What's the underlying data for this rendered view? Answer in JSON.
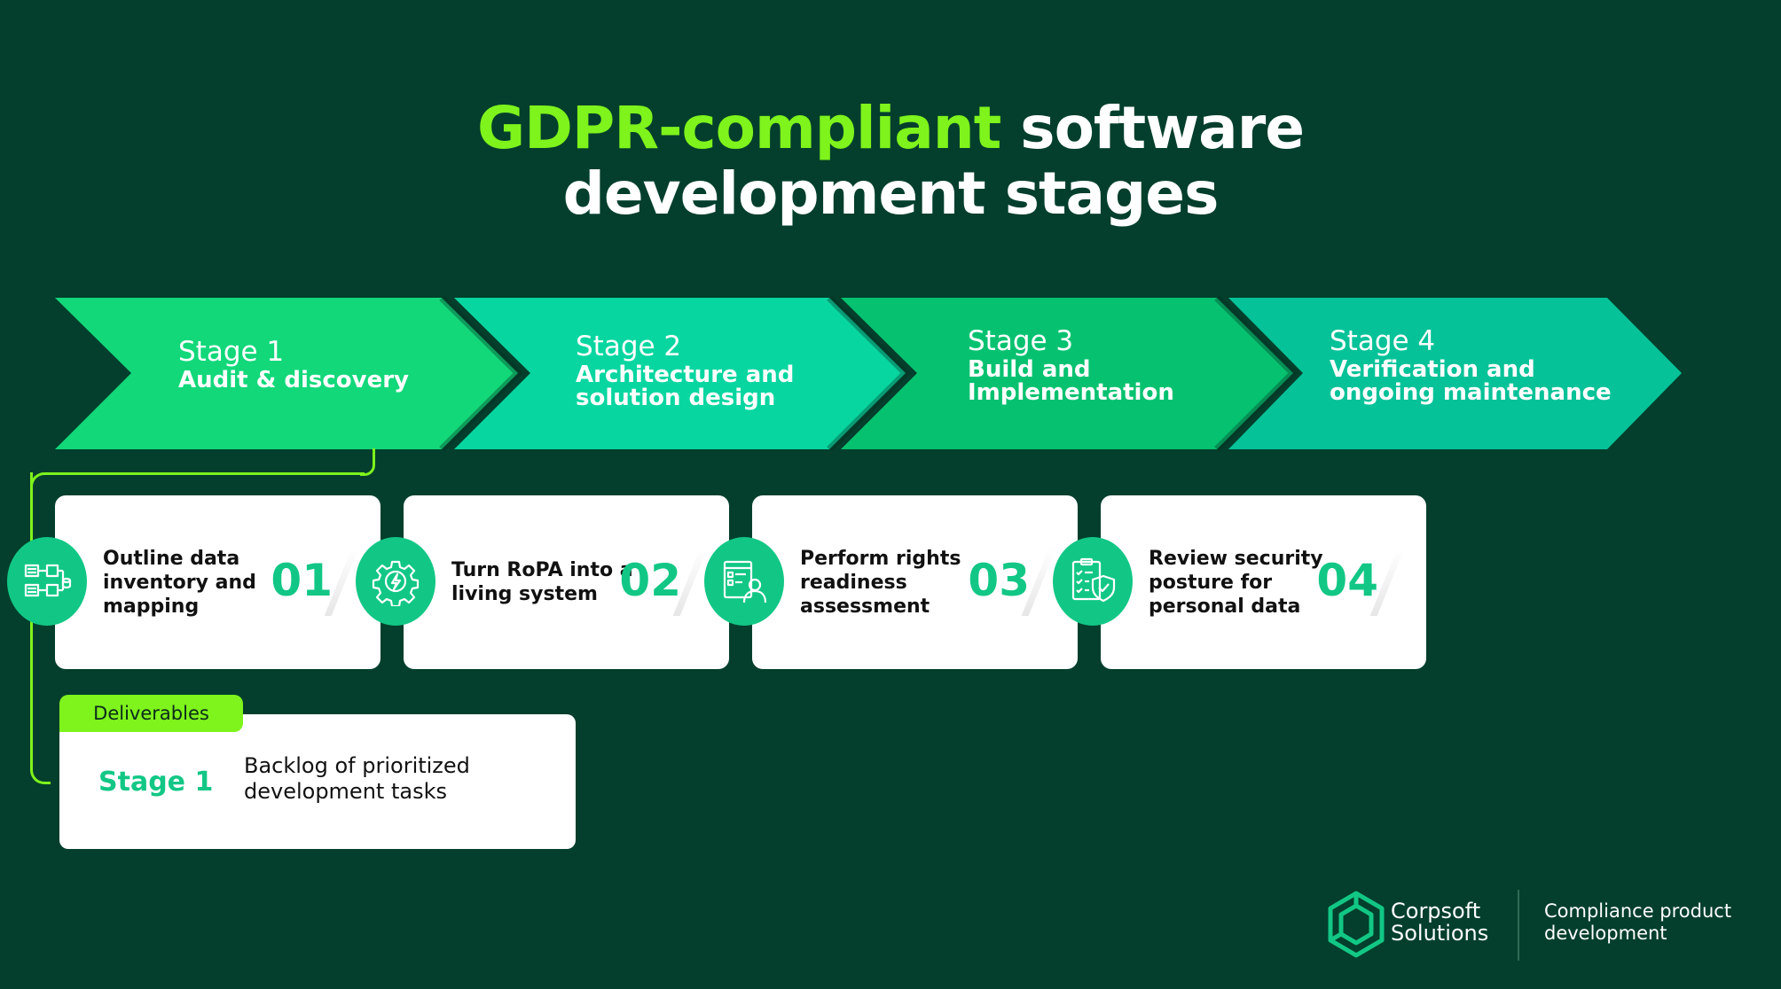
{
  "title": {
    "highlight": "GDPR-compliant",
    "rest_line1": " software",
    "line2": "development stages"
  },
  "colors": {
    "background": "#033f2c",
    "accent_lime": "#7ef31c",
    "accent_green": "#12c785",
    "chevron1": "#12d87a",
    "chevron2": "#08d6a0",
    "chevron3": "#06c270",
    "chevron4": "#06c298"
  },
  "stages": [
    {
      "number": "Stage 1",
      "name_lines": [
        "Audit & discovery"
      ]
    },
    {
      "number": "Stage 2",
      "name_lines": [
        "Architecture and",
        "solution design"
      ]
    },
    {
      "number": "Stage 3",
      "name_lines": [
        "Build and",
        "Implementation"
      ]
    },
    {
      "number": "Stage 4",
      "name_lines": [
        "Verification and",
        "ongoing maintenance"
      ]
    }
  ],
  "steps": [
    {
      "icon": "data-mapping-icon",
      "label": "Outline data inventory and mapping",
      "number": "01"
    },
    {
      "icon": "gear-lightning-icon",
      "label": "Turn RoPA into a living system",
      "number": "02"
    },
    {
      "icon": "user-checklist-icon",
      "label": "Perform rights readiness assessment",
      "number": "03"
    },
    {
      "icon": "shield-checklist-icon",
      "label": "Review security posture for personal data",
      "number": "04"
    }
  ],
  "deliverables": {
    "tag": "Deliverables",
    "stage": "Stage 1",
    "text": "Backlog of prioritized development tasks"
  },
  "brand": {
    "name_line1": "Corpsoft",
    "name_line2": "Solutions",
    "tagline_line1": "Compliance product",
    "tagline_line2": "development"
  }
}
